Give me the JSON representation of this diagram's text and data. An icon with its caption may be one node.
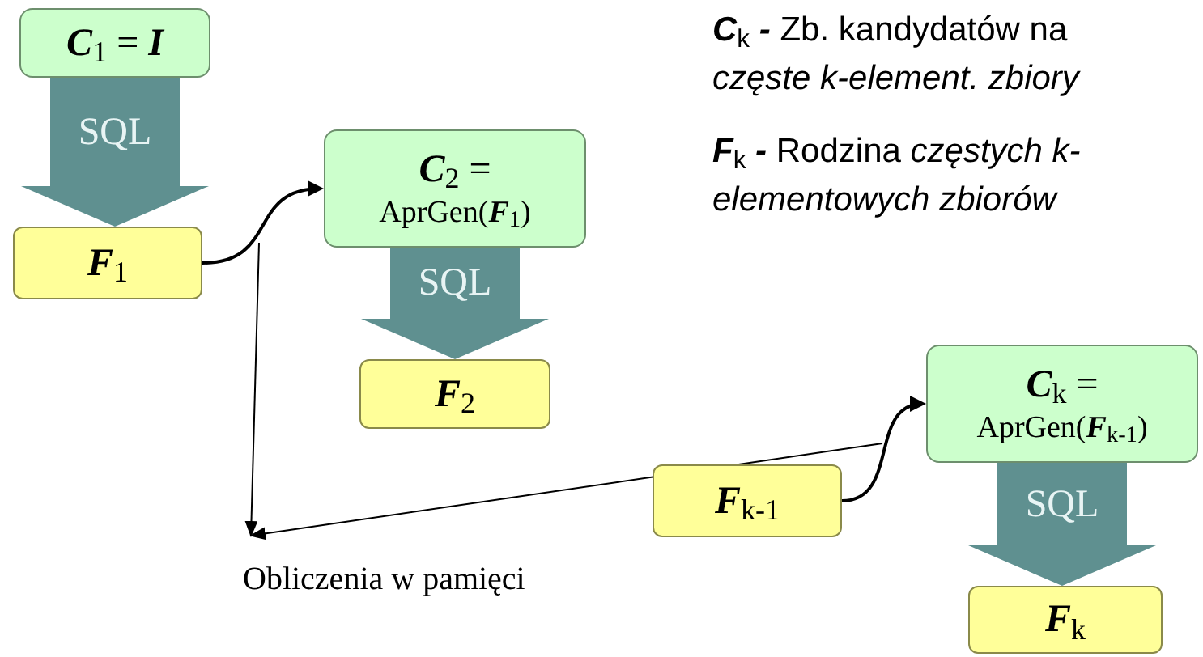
{
  "diagram": {
    "nodes": [
      {
        "text": [
          "**C**$_{1}$ = **I**"
        ]
      },
      {
        "text": [
          "**F**$_{1}$"
        ]
      },
      {
        "text": [
          "**C**$_{2}$ =",
          "AprGen(**F**$_{1}$)"
        ]
      },
      {
        "text": [
          "**F**$_{2}$"
        ]
      },
      {
        "text": [
          "**C**$_{k}$ =",
          "AprGen(**F**$_{k-1}$)"
        ]
      },
      {
        "text": [
          "**F**$_{k-1}$"
        ]
      },
      {
        "text": [
          "**F**$_{k}$"
        ]
      },
      {
        "text": [
          "Obliczenia w pamięci"
        ]
      }
    ],
    "edges": [
      {
        "from": 0,
        "to": 1,
        "arrow": "to",
        "label": "SQL",
        "style": "thick",
        "color": "#5f9090"
      },
      {
        "from": 1,
        "to": 2,
        "arrow": "to"
      },
      {
        "from": 2,
        "to": 3,
        "arrow": "to",
        "label": "SQL",
        "style": "thick",
        "color": "#5f9090"
      },
      {
        "from": 5,
        "to": 4,
        "arrow": "to"
      },
      {
        "from": 4,
        "to": 6,
        "arrow": "to",
        "label": "SQL",
        "style": "thick",
        "color": "#5f9090"
      },
      {
        "from": null,
        "to": 7,
        "arrow": "to"
      },
      {
        "from": null,
        "to": 7,
        "arrow": "to"
      }
    ],
    "labels": [
      "**C**$_{k}$ **-** Zb. kandydatów na *częste k-element. zbiory*",
      "**F**$_{k}$ **-** Rodzina *częstych k-elementowych zbiorów*"
    ]
  }
}
